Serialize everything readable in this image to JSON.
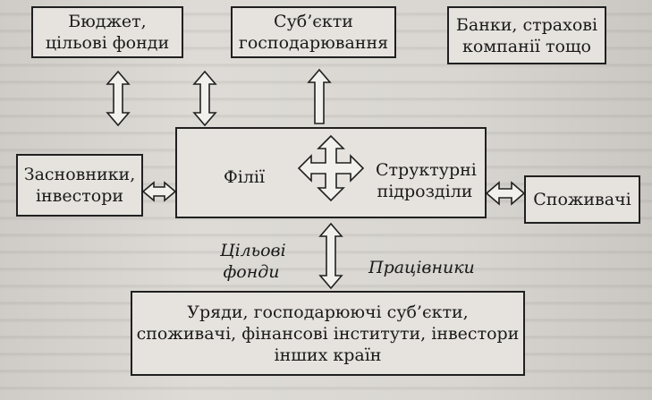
{
  "nodes": {
    "budget": {
      "line1": "Бюджет,",
      "line2": "цільові фонди"
    },
    "entities": {
      "line1": "Суб’єкти",
      "line2": "господарювання"
    },
    "banks": {
      "line1": "Банки, страхові",
      "line2": "компанії тощо"
    },
    "founders": {
      "line1": "Засновники,",
      "line2": "інвестори"
    },
    "branches": "Філії",
    "structural": {
      "line1": "Структурні",
      "line2": "підрозділи"
    },
    "consumers": "Споживачі",
    "targeted_funds": {
      "line1": "Цільові",
      "line2": "фонди"
    },
    "workers": "Працівники",
    "governments": {
      "line1": "Уряди, господарюючі суб’єкти,",
      "line2": "споживачі, фінансові інститути, інвестори",
      "line3": "інших країн"
    }
  },
  "colors": {
    "border": "#202020",
    "box_fill": "#e6e3de",
    "background": "#d6d3cf"
  }
}
